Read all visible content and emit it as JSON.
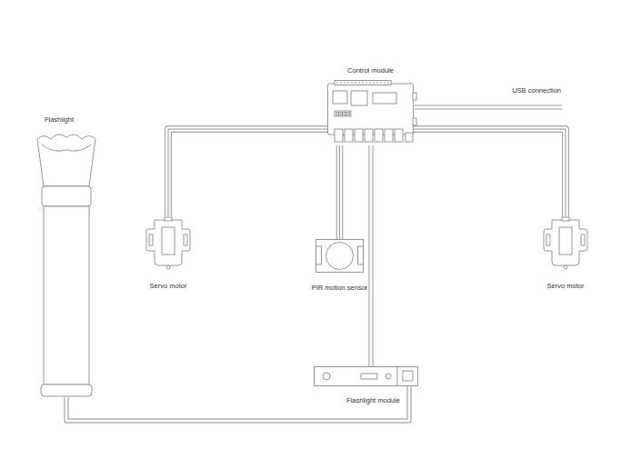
{
  "diagram": {
    "nodes": [
      {
        "text": [
          "Control module"
        ]
      },
      {
        "text": [
          "Flashlight"
        ]
      },
      {
        "text": [
          "Servo motor"
        ]
      },
      {
        "text": [
          "PIR motion sensor"
        ]
      },
      {
        "text": [
          "Servo motor"
        ]
      },
      {
        "text": [
          "Flashlight module"
        ]
      }
    ],
    "edges": [
      {
        "from": 0,
        "to": 2,
        "arrow": "none"
      },
      {
        "from": 0,
        "to": 3,
        "arrow": "none"
      },
      {
        "from": 0,
        "to": 4,
        "arrow": "none"
      },
      {
        "from": 0,
        "to": 5,
        "arrow": "none"
      },
      {
        "from": 5,
        "to": 1,
        "arrow": "none"
      }
    ],
    "labels": [
      "USB connection"
    ]
  }
}
